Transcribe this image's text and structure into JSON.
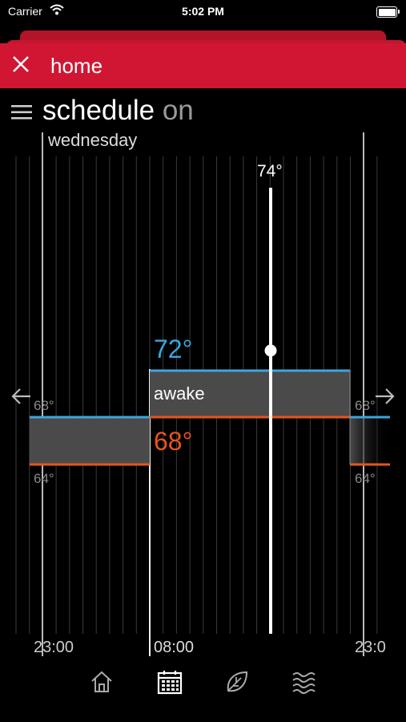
{
  "status_bar": {
    "carrier": "Carrier",
    "time": "5:02 PM"
  },
  "header": {
    "title": "home"
  },
  "schedule": {
    "title": "schedule",
    "state": "on",
    "day": "wednesday"
  },
  "current": {
    "setpoint": "74°"
  },
  "periods": {
    "previous": {
      "cool": "68°",
      "heat": "64°",
      "start_time": "23:00"
    },
    "current": {
      "name": "awake",
      "cool": "72°",
      "heat": "68°",
      "start_time": "08:00"
    },
    "next": {
      "cool": "68°",
      "heat": "64°",
      "start_time": "23:0"
    }
  },
  "colors": {
    "header": "#d11634",
    "cool": "#3aa6df",
    "heat": "#e8541f",
    "band": "#4a4a4a"
  },
  "nav": {
    "items": [
      {
        "icon": "home-icon"
      },
      {
        "icon": "calendar-icon"
      },
      {
        "icon": "leaf-icon"
      },
      {
        "icon": "waves-icon"
      }
    ]
  }
}
